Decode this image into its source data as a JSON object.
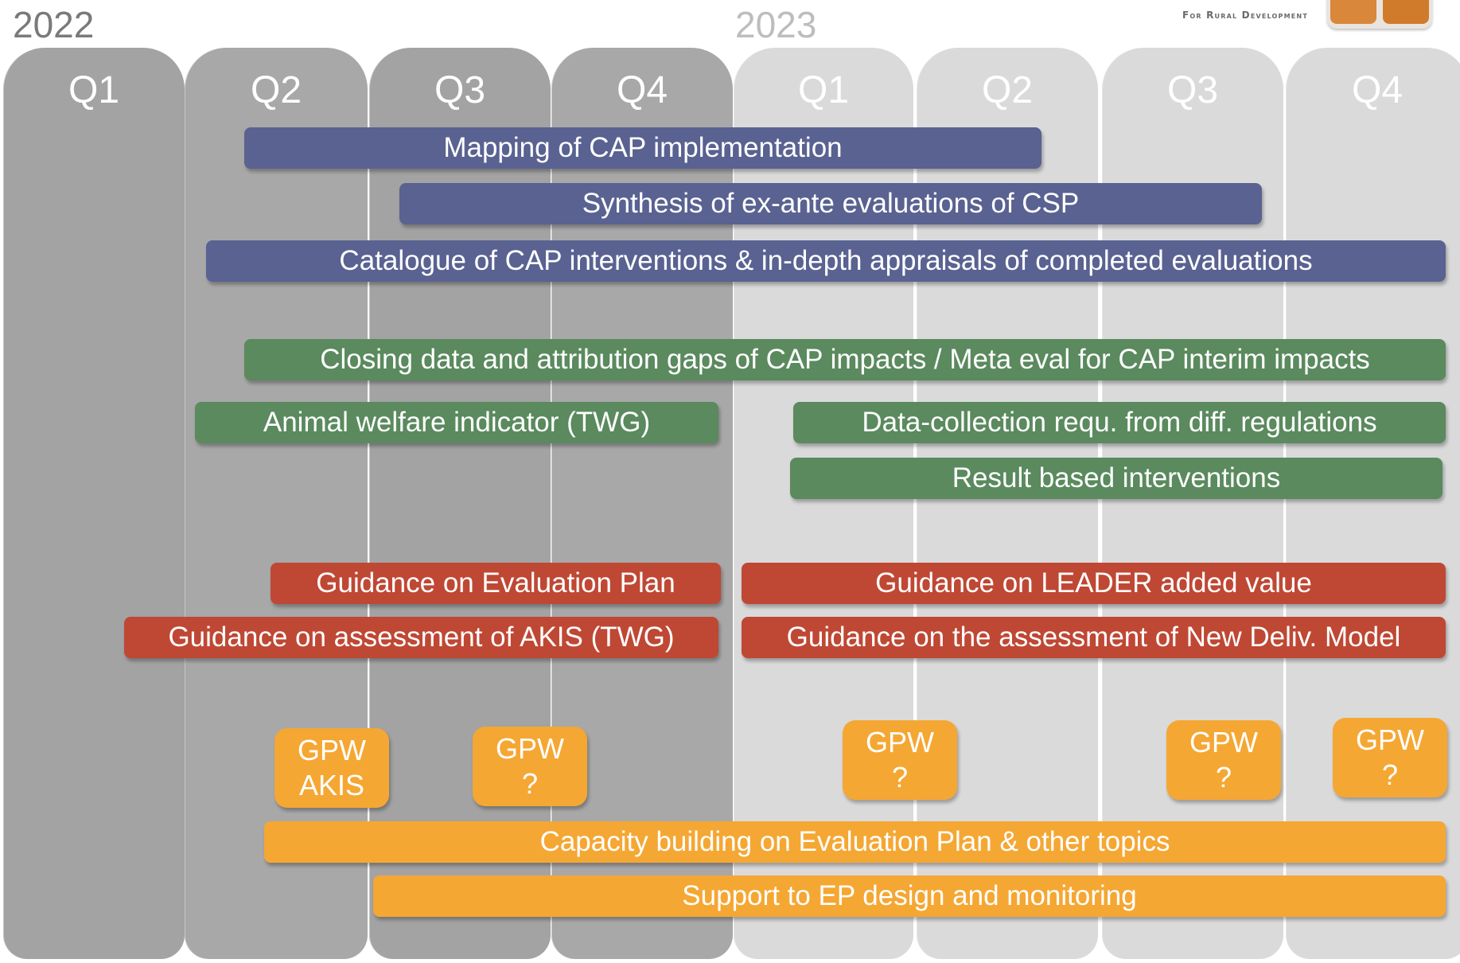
{
  "years": {
    "y2022": "2022",
    "y2023": "2023"
  },
  "org_tagline": "For Rural Development",
  "quarters": [
    "Q1",
    "Q2",
    "Q3",
    "Q4",
    "Q1",
    "Q2",
    "Q3",
    "Q4"
  ],
  "bars": {
    "mapping": "Mapping of CAP implementation",
    "synthesis": "Synthesis of ex-ante evaluations of CSP",
    "catalogue": "Catalogue of CAP interventions &  in-depth appraisals of completed evaluations",
    "closing": "Closing data and attribution gaps of CAP impacts / Meta eval for CAP interim impacts",
    "animal": "Animal welfare indicator (TWG)",
    "datacollection": "Data-collection requ. from diff. regulations",
    "resultbased": "Result based interventions",
    "guidance_ep": "Guidance on Evaluation Plan",
    "guidance_leader": "Guidance on LEADER added value",
    "guidance_akis": "Guidance on assessment of AKIS (TWG)",
    "guidance_ndm": "Guidance on the assessment of New Deliv. Model",
    "capacity": "Capacity building on Evaluation Plan & other topics",
    "support": "Support to EP design and monitoring"
  },
  "gpw": [
    {
      "line1": "GPW",
      "line2": "AKIS"
    },
    {
      "line1": "GPW",
      "line2": "?"
    },
    {
      "line1": "GPW",
      "line2": "?"
    },
    {
      "line1": "GPW",
      "line2": "?"
    },
    {
      "line1": "GPW",
      "line2": "?"
    }
  ],
  "colors": {
    "blue": "#596291",
    "green": "#5a8a5e",
    "red": "#bf4834",
    "orange": "#f5a733",
    "quarter_2022": "#a8a8a8",
    "quarter_2023": "#dadada"
  }
}
